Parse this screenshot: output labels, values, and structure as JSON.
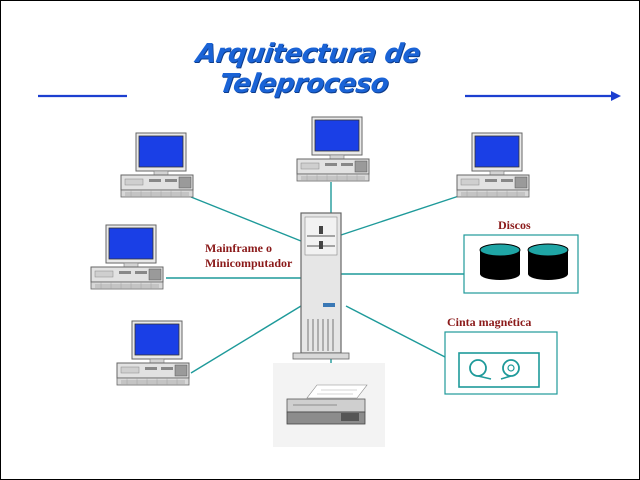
{
  "title": "Arquitectura de Teleproceso",
  "labels": {
    "mainframe_line1": "Mainframe o",
    "mainframe_line2": "Minicomputador",
    "discos": "Discos",
    "cinta": "Cinta magnética"
  },
  "colors": {
    "title": "#1a63d6",
    "label": "#8b1a1a",
    "connector": "#1e9a9a",
    "screen": "#1a3fe6",
    "arrow": "#1c3fd0"
  },
  "icons": [
    "computer-terminal-icon",
    "mainframe-tower-icon",
    "printer-icon",
    "disk-drive-icon",
    "magnetic-tape-icon"
  ]
}
